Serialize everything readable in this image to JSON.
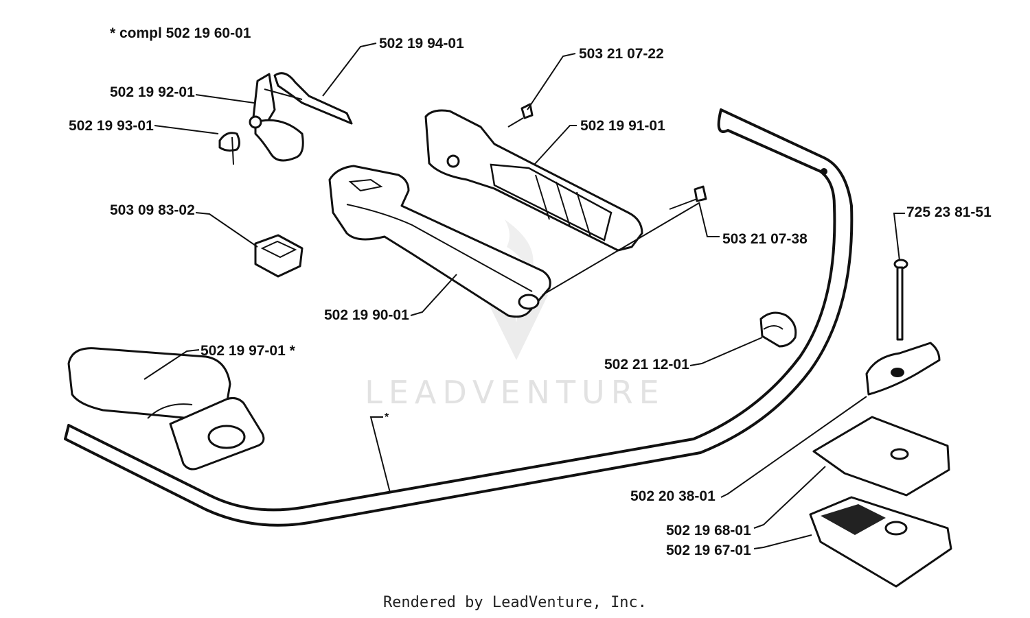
{
  "labels": {
    "compl": "*  compl 502 19 60-01",
    "p_94": "502 19 94-01",
    "p_92": "502 19 92-01",
    "p_93": "502 19 93-01",
    "p_0722": "503 21 07-22",
    "p_91": "502 19 91-01",
    "p_0738": "503 21 07-38",
    "p_8302": "503 09 83-02",
    "p_90": "502 19 90-01",
    "p_97": "502 19 97-01  *",
    "p_1201": "502 21 12-01",
    "p_725": "725 23 81-51",
    "p_star": "*",
    "p_2038": "502 20 38-01",
    "p_68": "502 19 68-01",
    "p_67": "502 19 67-01"
  },
  "watermark": {
    "text": "LEADVENTURE"
  },
  "footer": {
    "text": "Rendered by LeadVenture, Inc."
  }
}
